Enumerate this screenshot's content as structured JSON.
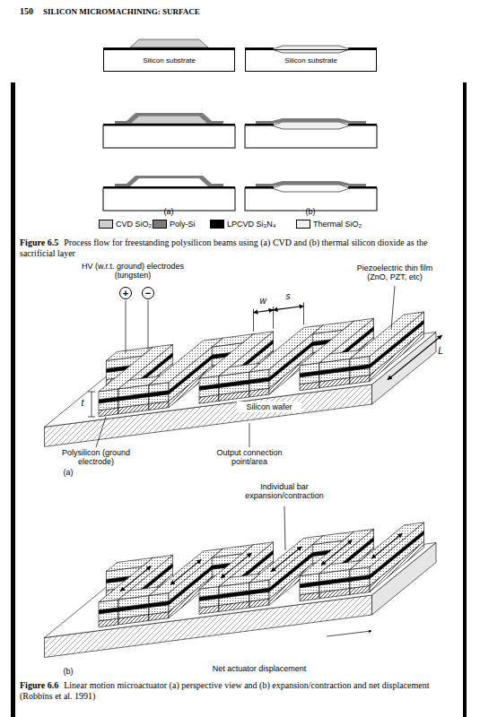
{
  "diagram": {
    "nodes": [
      {
        "text": [
          "Silicon substrate"
        ]
      },
      {
        "text": [
          "Silicon substrate"
        ]
      },
      {
        "text": [
          "+"
        ]
      },
      {
        "text": [
          "−"
        ]
      }
    ],
    "labels": [
      "150",
      "SILICON MICROMACHINING: SURFACE",
      "(a)",
      "(b)",
      "Figure 6.5",
      "Process flow for freestanding polysilicon beams using (a) CVD and (b) thermal silicon dioxide as the sacrificial layer",
      "HV (w.r.t. ground) electrodes (tungsten)",
      "Piezoelectric thin film (ZnO, PZT, etc)",
      "w",
      "s",
      "t",
      "L",
      "Silicon wafer",
      "Polysilicon (ground electrode)",
      "Output connection point/area",
      "(a)",
      "Individual bar expansion/contraction",
      "Net actuator displacement",
      "(b)",
      "Figure 6.6",
      "Linear motion microactuator (a) perspective view and (b) expansion/contraction and net displacement (Robbins et al. 1991)"
    ],
    "legend": [
      {
        "text": "CVD SiO₂",
        "color": "#cfcfcf"
      },
      {
        "text": "Poly-Si",
        "color": "#7a7a7a"
      },
      {
        "text": "LPCVD Si₃N₄",
        "color": "#000000"
      },
      {
        "text": "Thermal SiO₂",
        "color": "#f0f0f0"
      }
    ]
  }
}
